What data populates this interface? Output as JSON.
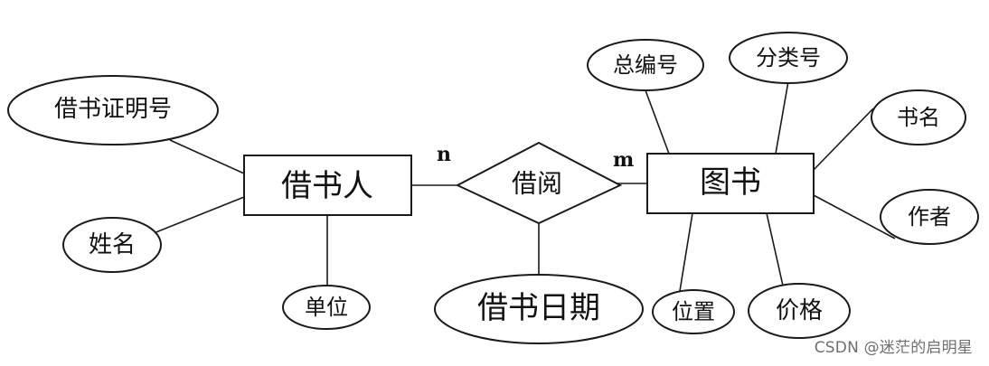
{
  "entities": {
    "borrower": "借书人",
    "book": "图书"
  },
  "relationship": {
    "label": "借阅",
    "borrower_cardinality": "n",
    "book_cardinality": "m"
  },
  "borrower_attributes": {
    "card_number": "借书证明号",
    "name": "姓名",
    "unit": "单位"
  },
  "relationship_attributes": {
    "borrow_date": "借书日期"
  },
  "book_attributes": {
    "total_number": "总编号",
    "category_number": "分类号",
    "title": "书名",
    "author": "作者",
    "location": "位置",
    "price": "价格"
  },
  "watermark": "CSDN @迷茫的启明星"
}
